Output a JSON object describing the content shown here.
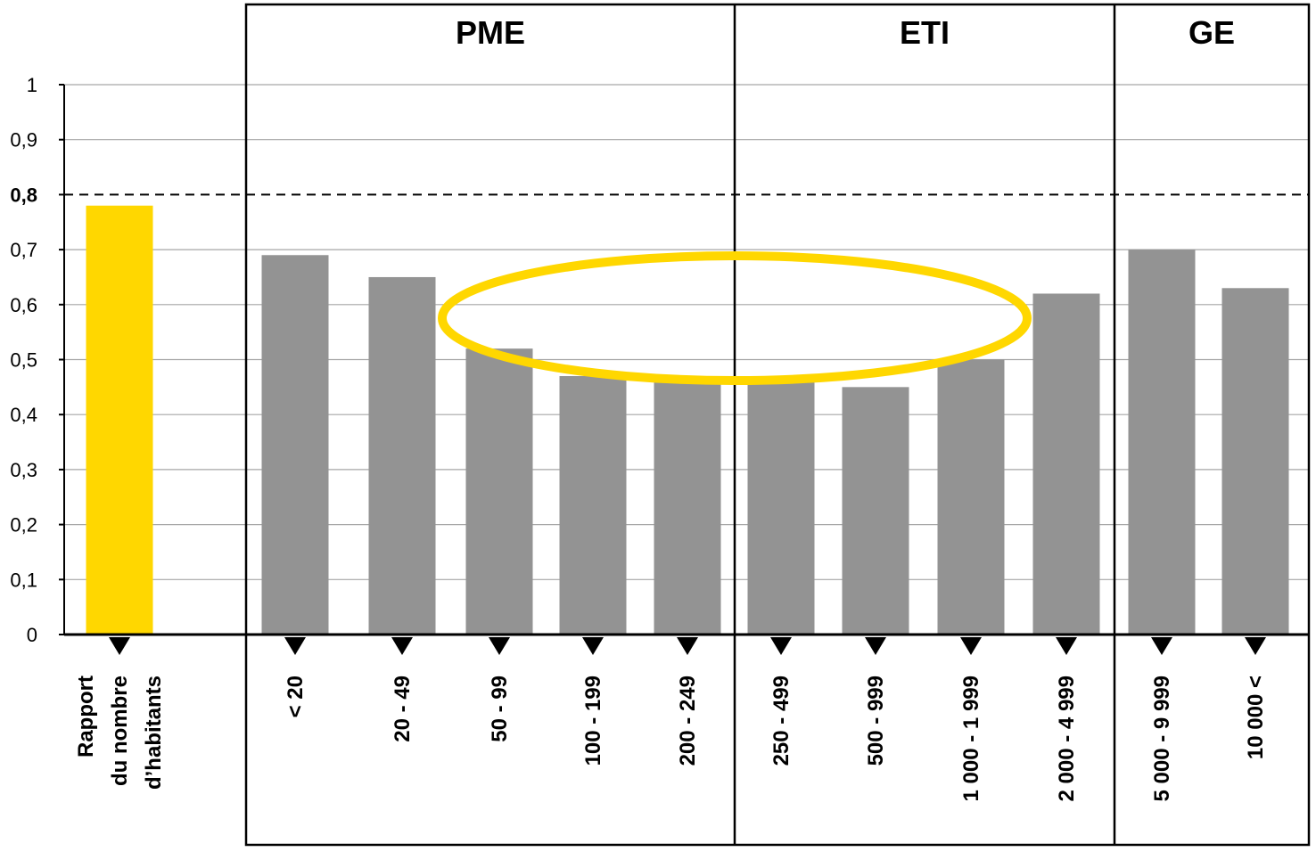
{
  "chart_data": {
    "type": "bar",
    "title": "",
    "xlabel": "",
    "ylabel": "",
    "ylim": [
      0,
      1
    ],
    "y_ticks": [
      "0",
      "0,1",
      "0,2",
      "0,3",
      "0,4",
      "0,5",
      "0,6",
      "0,7",
      "0,8",
      "0,9",
      "1"
    ],
    "y_tick_bold": "0,8",
    "reference_line": {
      "value": 0.8,
      "style": "dashed"
    },
    "grid": true,
    "reference_bar": {
      "label_lines": [
        "Rapport",
        "du nombre",
        "d’habitants"
      ],
      "value": 0.78,
      "color": "#FFD700"
    },
    "groups": [
      {
        "label": "PME",
        "categories": [
          "< 20",
          "20 - 49",
          "50 - 99",
          "100 - 199",
          "200 - 249"
        ],
        "values": [
          0.69,
          0.65,
          0.52,
          0.47,
          0.47
        ]
      },
      {
        "label": "ETI",
        "categories": [
          "250 - 499",
          "500 - 999",
          "1 000 - 1 999",
          "2 000 - 4 999"
        ],
        "values": [
          0.47,
          0.45,
          0.5,
          0.62
        ]
      },
      {
        "label": "GE",
        "categories": [
          "5 000 - 9 999",
          "10 000 <"
        ],
        "values": [
          0.7,
          0.63
        ]
      }
    ],
    "bar_color": "#939393",
    "highlight_color": "#FFD700"
  }
}
